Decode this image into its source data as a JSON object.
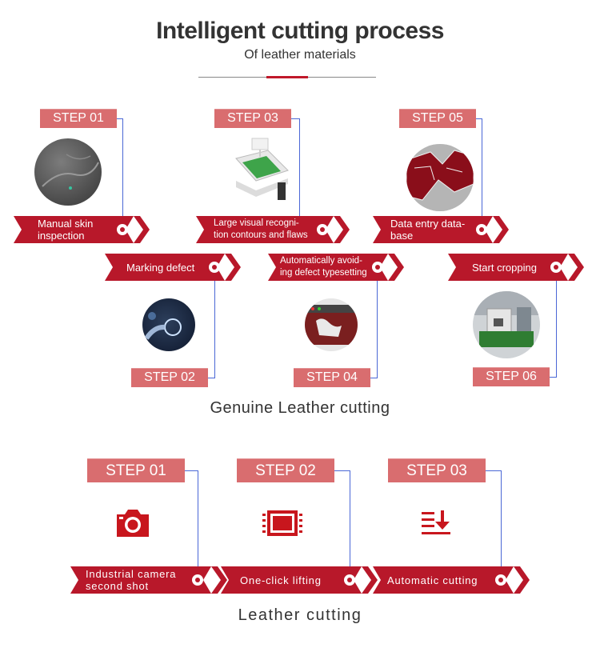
{
  "header": {
    "title": "Intelligent cutting process",
    "subtitle": "Of leather materials"
  },
  "genuine": {
    "section_title": "Genuine Leather cutting",
    "steps": [
      {
        "step": "STEP 01",
        "label": "Manual skin inspection"
      },
      {
        "step": "STEP 02",
        "label": "Marking defect"
      },
      {
        "step": "STEP 03",
        "label_line1": "Large visual recogni-",
        "label_line2": "tion contours and flaws"
      },
      {
        "step": "STEP 04",
        "label_line1": "Automatically avoid-",
        "label_line2": "ing defect typesetting"
      },
      {
        "step": "STEP 05",
        "label_line1": "Data entry data-",
        "label_line2": "base"
      },
      {
        "step": "STEP 06",
        "label": "Start cropping"
      }
    ]
  },
  "leather": {
    "section_title": "Leather cutting",
    "steps": [
      {
        "step": "STEP 01",
        "label_line1": "Industrial camera",
        "label_line2": "second shot",
        "icon": "camera-icon"
      },
      {
        "step": "STEP 02",
        "label": "One-click lifting",
        "icon": "conveyor-icon"
      },
      {
        "step": "STEP 03",
        "label": "Automatic cutting",
        "icon": "cut-download-icon"
      }
    ]
  },
  "colors": {
    "accent": "#b8182a",
    "step_tag": "#d96d6f",
    "connector": "#4a67d6",
    "text": "#333333"
  }
}
